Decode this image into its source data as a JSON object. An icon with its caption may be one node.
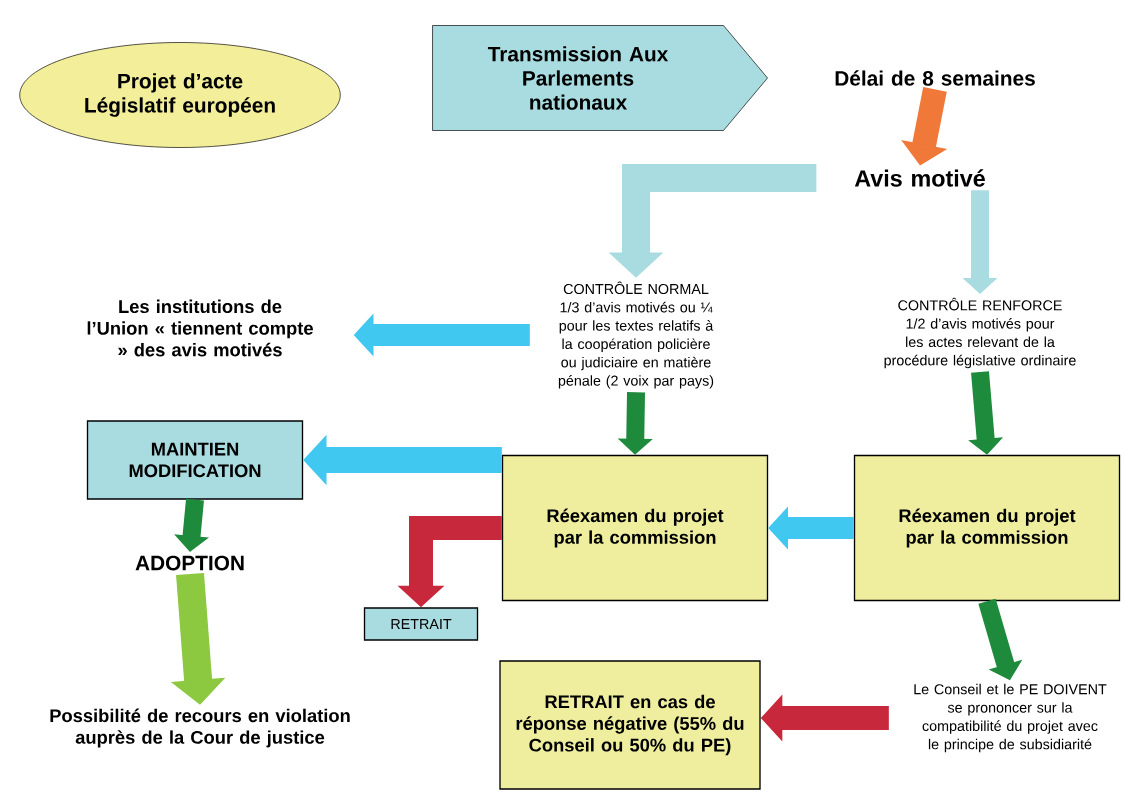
{
  "diagram": {
    "nodes": [
      {
        "text": [
          "Projet d’acte Législatif européen"
        ]
      },
      {
        "text": [
          "Transmission Aux Parlements nationaux"
        ]
      },
      {
        "text": [
          "Délai de 8 semaines"
        ]
      },
      {
        "text": [
          "Avis motivé"
        ]
      },
      {
        "text": [
          "CONTRÔLE NORMAL",
          "1/3 d’avis motivés ou ¼ pour les textes relatifs à la coopération policière ou judiciaire en matière pénale (2 voix par pays)"
        ]
      },
      {
        "text": [
          "CONTRÔLE RENFORCE",
          "1/2 d’avis motivés pour les actes relevant de la procédure législative ordinaire"
        ]
      },
      {
        "text": [
          "Les institutions de l’Union « tiennent compte » des avis motivés"
        ]
      },
      {
        "text": [
          "MAINTIEN MODIFICATION"
        ]
      },
      {
        "text": [
          "ADOPTION"
        ]
      },
      {
        "text": [
          "Réexamen du projet par la commission"
        ]
      },
      {
        "text": [
          "Réexamen du projet par la commission"
        ]
      },
      {
        "text": [
          "RETRAIT"
        ]
      },
      {
        "text": [
          "Possibilité de recours en violation auprès de la Cour de justice"
        ]
      },
      {
        "text": [
          "RETRAIT en cas de réponse négative (55% du Conseil ou 50% du PE)"
        ]
      },
      {
        "text": [
          "Le Conseil et le PE DOIVENT se prononcer sur la compatibilité du projet avec le principe de subsidiarité"
        ]
      }
    ],
    "edges": [
      {
        "from": 2,
        "to": 3,
        "arrow": "to",
        "color": "#f07838"
      },
      {
        "from": 3,
        "to": 4,
        "arrow": "to",
        "color": "#a8dce0"
      },
      {
        "from": 3,
        "to": 5,
        "arrow": "to",
        "color": "#a8dce0"
      },
      {
        "from": 4,
        "to": 6,
        "arrow": "to",
        "color": "#40c8f0"
      },
      {
        "from": 4,
        "to": 9,
        "arrow": "to"
      },
      {
        "from": 5,
        "to": 10,
        "arrow": "to"
      },
      {
        "from": 9,
        "to": 7,
        "arrow": "to",
        "color": "#40c8f0"
      },
      {
        "from": 10,
        "to": 9,
        "arrow": "to",
        "color": "#40c8f0"
      },
      {
        "from": 9,
        "to": 11,
        "arrow": "to",
        "color": "#c8283c"
      },
      {
        "from": 7,
        "to": 8,
        "arrow": "to"
      },
      {
        "from": 8,
        "to": 12,
        "arrow": "to",
        "color": "#8cc840"
      },
      {
        "from": 10,
        "to": 14,
        "arrow": "to"
      },
      {
        "from": 14,
        "to": 13,
        "arrow": "to",
        "color": "#c8283c"
      }
    ]
  }
}
